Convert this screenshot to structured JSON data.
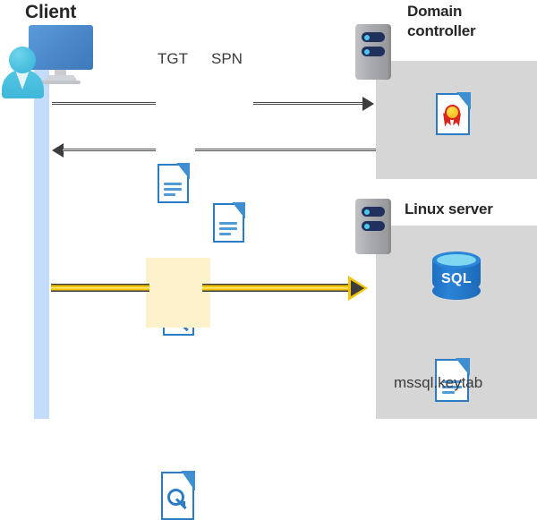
{
  "diagram": {
    "title_client": "Client",
    "title_domain_controller": "Domain\ncontroller",
    "title_domain_controller_line1": "Domain",
    "title_domain_controller_line2": "controller",
    "title_linux_server": "Linux server",
    "keytab_filename": "mssql.keytab",
    "sql_label": "SQL",
    "flow_labels": {
      "tgt": "TGT",
      "spn": "SPN"
    },
    "icons": {
      "client": "user-monitor-icon",
      "server_rack": "server-rack-icon",
      "certificate": "certificate-document-icon",
      "key_document": "key-document-icon",
      "tgt_document": "text-document-icon",
      "spn_document": "text-document-icon",
      "sql_database": "sql-database-icon",
      "keytab_document": "text-document-icon"
    },
    "colors": {
      "lifeline": "#c3dcfb",
      "panel_gray": "#d6d6d6",
      "highlight_yellow": "#fdf2cc",
      "arrow_gold": "#f2c400",
      "arrow_dark": "#3d3d3d",
      "doc_blue": "#2b7cc4",
      "sql_blue": "#2b83d6",
      "rack_slot": "#22305e",
      "seal_gold": "#f5c321",
      "seal_red": "#d9251d",
      "text_dark": "#262626"
    },
    "flows": [
      {
        "name": "client-to-dc-request",
        "direction": "right",
        "documents": [
          "TGT",
          "SPN"
        ],
        "highlighted": false
      },
      {
        "name": "dc-to-client-response",
        "direction": "left",
        "documents": [
          "key-document"
        ],
        "highlighted": false
      },
      {
        "name": "client-to-linux-auth",
        "direction": "right",
        "documents": [
          "key-document"
        ],
        "highlighted": true
      }
    ]
  }
}
